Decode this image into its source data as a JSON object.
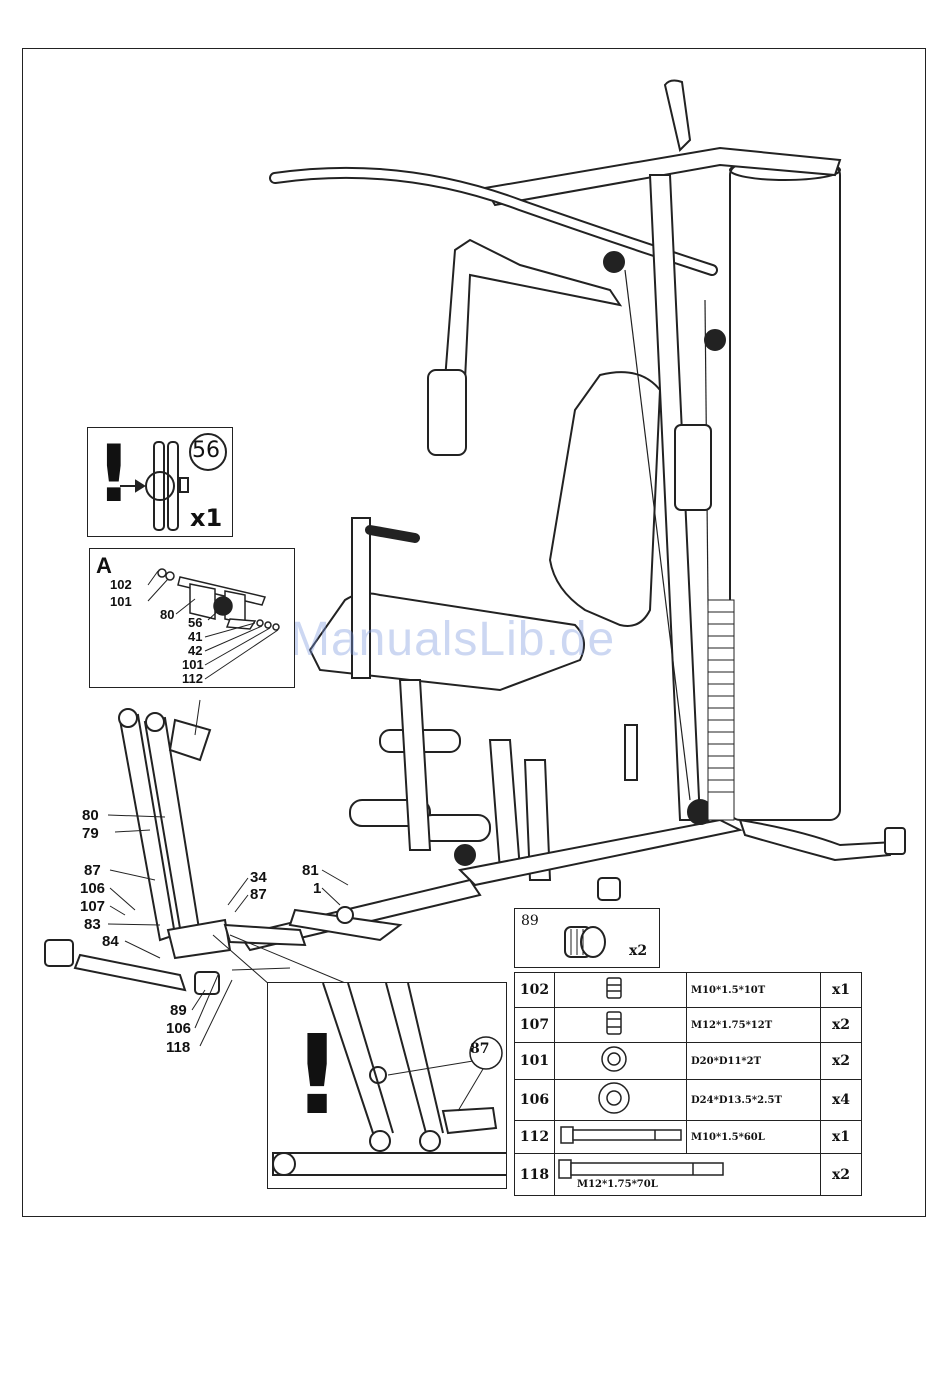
{
  "watermark": "ManualsLib.de",
  "warning_56": {
    "mark": "!",
    "part": "56",
    "qty": "x1"
  },
  "detail_a": {
    "letter": "A",
    "labels": [
      "102",
      "101",
      "80",
      "56",
      "41",
      "42",
      "101",
      "112"
    ]
  },
  "main_labels": [
    "80",
    "79",
    "87",
    "106",
    "107",
    "83",
    "84",
    "89",
    "106",
    "118",
    "34",
    "87",
    "81",
    "1"
  ],
  "hardware_89": {
    "part": "89",
    "qty": "x2"
  },
  "big_warning": {
    "mark": "!",
    "part": "87"
  },
  "parts_table": [
    {
      "num": "102",
      "spec": "M10*1.5*10T",
      "qty": "x1",
      "icon": "nut-icon"
    },
    {
      "num": "107",
      "spec": "M12*1.75*12T",
      "qty": "x2",
      "icon": "nut-icon"
    },
    {
      "num": "101",
      "spec": "D20*D11*2T",
      "qty": "x2",
      "icon": "washer-icon"
    },
    {
      "num": "106",
      "spec": "D24*D13.5*2.5T",
      "qty": "x4",
      "icon": "washer-icon"
    },
    {
      "num": "112",
      "spec": "M10*1.5*60L",
      "qty": "x1",
      "icon": "bolt-icon"
    },
    {
      "num": "118",
      "spec": "M12*1.75*70L",
      "qty": "x2",
      "icon": "bolt-icon"
    }
  ]
}
